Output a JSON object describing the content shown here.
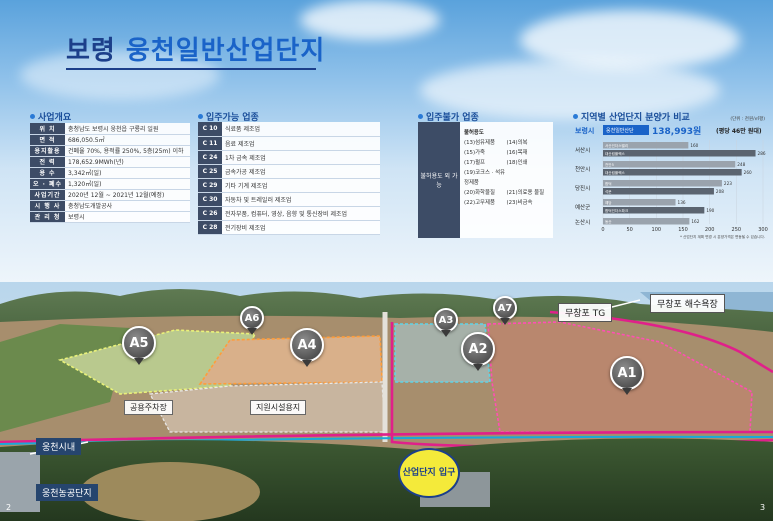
{
  "title": {
    "part1": "보령",
    "part2": "웅천일반산업단지"
  },
  "overview": {
    "heading": "사업개요",
    "rows": [
      {
        "k": "위 치",
        "v": "충청남도 보령시 웅천읍 구룡리 일원"
      },
      {
        "k": "면 적",
        "v": "686,050.5㎡"
      },
      {
        "k": "용지활용",
        "v": "건폐율 70%, 용적률 250%, 5층(25m) 이하"
      },
      {
        "k": "전 력",
        "v": "178,652.9MWh(년)"
      },
      {
        "k": "용 수",
        "v": "3,342㎥(일)"
      },
      {
        "k": "오 · 폐수",
        "v": "1,320㎥(일)"
      },
      {
        "k": "사업기간",
        "v": "2020년 12월 ~ 2021년 12월(예정)"
      },
      {
        "k": "시 행 사",
        "v": "충청남도개발공사"
      },
      {
        "k": "관 리 청",
        "v": "보령시"
      }
    ]
  },
  "industries": {
    "heading": "입주가능 업종",
    "rows": [
      {
        "c": "C 10",
        "n": "식료품 제조업"
      },
      {
        "c": "C 11",
        "n": "음료 제조업"
      },
      {
        "c": "C 24",
        "n": "1차 금속 제조업"
      },
      {
        "c": "C 25",
        "n": "금속가공 제조업"
      },
      {
        "c": "C 29",
        "n": "기타 기계 제조업"
      },
      {
        "c": "C 30",
        "n": "자동차 및 트레일러 제조업"
      },
      {
        "c": "C 26",
        "n": "전자부품, 컴퓨터, 영상, 음향 및 통신장비 제조업"
      },
      {
        "c": "C 28",
        "n": "전기장비 제조업"
      }
    ]
  },
  "forbidden": {
    "heading": "입주불가 업종",
    "label": "불허용도 외 가능",
    "sub": "불허용도",
    "items": [
      [
        "(13)섬유제품",
        "(14)의복"
      ],
      [
        "(15)가죽",
        "(16)목재"
      ],
      [
        "(17)펄프",
        "(18)인쇄"
      ],
      [
        "(19)코크스 · 석유정제품",
        ""
      ],
      [
        "(20)화학물질",
        "(21)의료용 물질"
      ],
      [
        "(22)고무제품",
        "(23)비금속"
      ]
    ]
  },
  "chart_data": {
    "type": "bar",
    "title": "지역별 산업단지 분양가 비교",
    "unit_label": "(단위 : 천원/㎡평)",
    "highlight": {
      "region": "보령시",
      "name": "웅천일반산단",
      "value_text": "138,993원",
      "note": "(평당 46만 원대)"
    },
    "groups": [
      {
        "region": "서산시",
        "bars": [
          {
            "name": "서산인더스밸리",
            "value": 160
          },
          {
            "name": "대산컴플렉스",
            "value": 286
          }
        ]
      },
      {
        "region": "천안시",
        "bars": [
          {
            "name": "천안5",
            "value": 248
          },
          {
            "name": "대산컴플렉스",
            "value": 260
          }
        ]
      },
      {
        "region": "당진시",
        "bars": [
          {
            "name": "합덕",
            "value": 223
          },
          {
            "name": "석문",
            "value": 208
          }
        ]
      },
      {
        "region": "예산군",
        "bars": [
          {
            "name": "예당",
            "value": 136
          },
          {
            "name": "합덕인더스파크",
            "value": 190
          }
        ]
      },
      {
        "region": "논산시",
        "bars": [
          {
            "name": "동산",
            "value": 162
          }
        ]
      }
    ],
    "xlim": [
      0,
      300
    ],
    "xticks": [
      0,
      50,
      100,
      150,
      200,
      250,
      300
    ],
    "footnote": "* 산업단지 계획 변경 시 분양가격은 변동될 수 있습니다."
  },
  "map": {
    "markers": [
      "A1",
      "A2",
      "A3",
      "A4",
      "A5",
      "A6",
      "A7"
    ],
    "labels": {
      "tg": "무창포 TG",
      "beach": "무창포 해수욕장",
      "parking": "공용주차장",
      "support": "지원시설용지",
      "town": "웅천시내",
      "agri": "웅천농공단지",
      "entry": "산업단지 입구"
    }
  },
  "pages": {
    "left": "2",
    "right": "3"
  },
  "colors": {
    "navy": "#1c3f8a",
    "accent": "#1a63c8",
    "header": "#3d4c66",
    "pink": "#e0208a"
  }
}
